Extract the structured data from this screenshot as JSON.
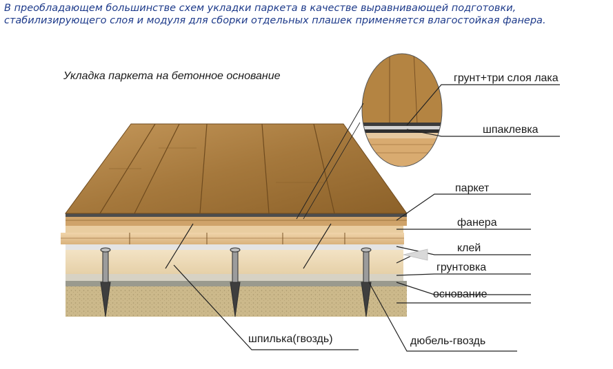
{
  "intro_text": "В преобладающем большинстве схем укладки паркета в качестве выравнивающей подготовки, стабилизирующего слоя и модуля для сборки отдельных плашек применяется влагостойкая фанера.",
  "diagram": {
    "title": "Укладка паркета на бетонное основание",
    "labels": {
      "primer_lacquer": "грунт+три слоя лака",
      "putty": "шпаклевка",
      "parquet": "паркет",
      "plywood": "фанера",
      "glue": "клей",
      "primer": "грунтовка",
      "base": "основание",
      "stud": "шпилька(гвоздь)",
      "dowel": "дюбель-гвоздь"
    },
    "colors": {
      "wood": "#a5783c",
      "wood_dark": "#6e4a1e",
      "plywood": "#e0b98a",
      "base": "#cbb788",
      "line": "#222222"
    }
  }
}
